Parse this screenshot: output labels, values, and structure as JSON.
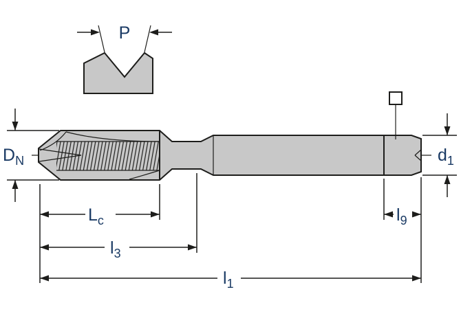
{
  "diagram": {
    "name": "tap-dimensional-drawing",
    "labels": {
      "pitch": {
        "main": "P",
        "sub": ""
      },
      "nominal_diameter": {
        "main": "D",
        "sub": "N"
      },
      "shank_diameter": {
        "main": "d",
        "sub": "1"
      },
      "chamfer_length": {
        "main": "L",
        "sub": "c"
      },
      "thread_length": {
        "main": "l",
        "sub": "3"
      },
      "square_length": {
        "main": "l",
        "sub": "9"
      },
      "overall_length": {
        "main": "l",
        "sub": "1"
      }
    },
    "colors": {
      "body_fill": "#c8c8c8",
      "line": "#1d1d1b",
      "label_text": "#1a3a64",
      "background": "#ffffff"
    }
  }
}
